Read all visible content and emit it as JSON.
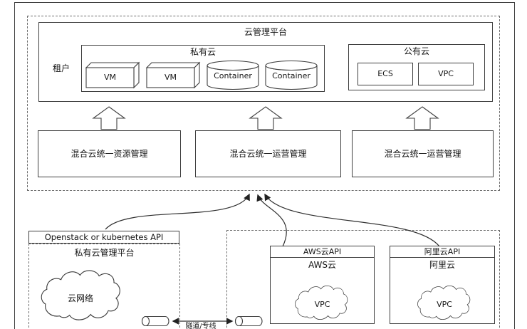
{
  "cmp": {
    "title": "云管理平台",
    "tenant": "租户",
    "private_cloud": {
      "label": "私有云",
      "items": [
        "VM",
        "VM",
        "Container",
        "Container"
      ]
    },
    "public_cloud": {
      "label": "公有云",
      "items": [
        "ECS",
        "VPC"
      ]
    }
  },
  "management": {
    "items": [
      "混合云统一资源管理",
      "混合云统一运营管理",
      "混合云统一运营管理"
    ]
  },
  "bottom": {
    "openstack_api": "Openstack or kubernetes API",
    "private_platform": "私有云管理平台",
    "cloud_network": "云网络",
    "tunnel": "隧道/专线",
    "aws": {
      "api": "AWS云API",
      "name": "AWS云",
      "vpc": "VPC"
    },
    "ali": {
      "api": "阿里云API",
      "name": "阿里云",
      "vpc": "VPC"
    }
  },
  "colors": {
    "line": "#3f3f3f",
    "text": "#141414",
    "background": "#ffffff"
  }
}
